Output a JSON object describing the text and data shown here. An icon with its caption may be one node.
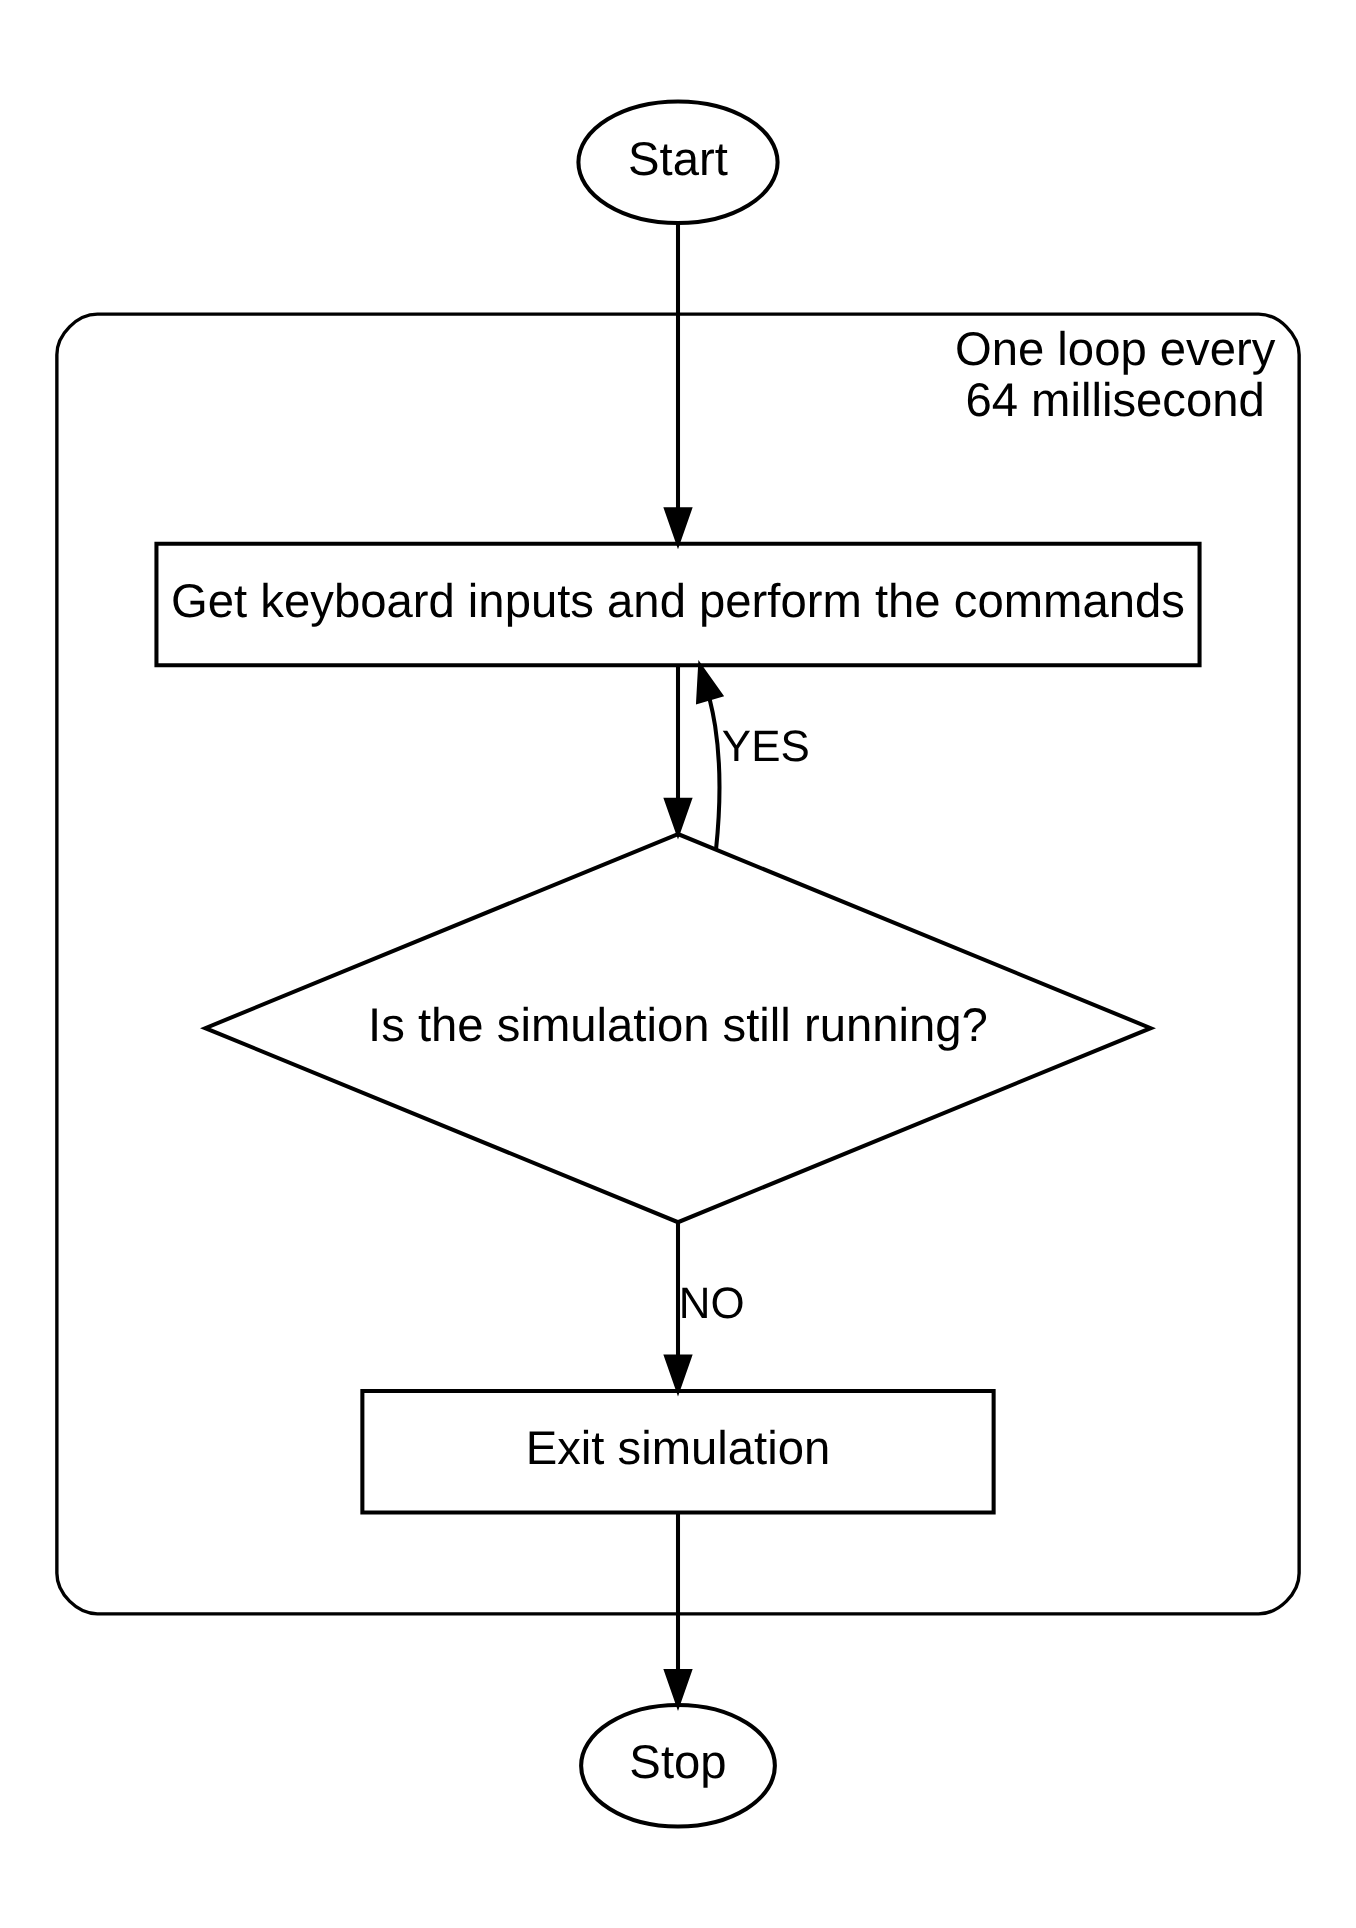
{
  "diagram": {
    "nodes": [
      {
        "text": [
          "Start"
        ]
      },
      {
        "text": [
          "One loop every 64 millisecond"
        ]
      },
      {
        "text": [
          "Get keyboard inputs and perform the commands"
        ],
        "in": 1
      },
      {
        "text": [
          "Is the simulation still running?"
        ],
        "in": 1
      },
      {
        "text": [
          "Exit simulation"
        ],
        "in": 1
      },
      {
        "text": [
          "Stop"
        ]
      }
    ],
    "edges": [
      {
        "from": 0,
        "to": 2,
        "arrow": "to"
      },
      {
        "from": 2,
        "to": 3,
        "arrow": "to"
      },
      {
        "from": 3,
        "to": 2,
        "arrow": "to",
        "label": "YES"
      },
      {
        "from": 3,
        "to": 4,
        "arrow": "to",
        "label": "NO"
      },
      {
        "from": 4,
        "to": 5,
        "arrow": "to"
      }
    ]
  }
}
